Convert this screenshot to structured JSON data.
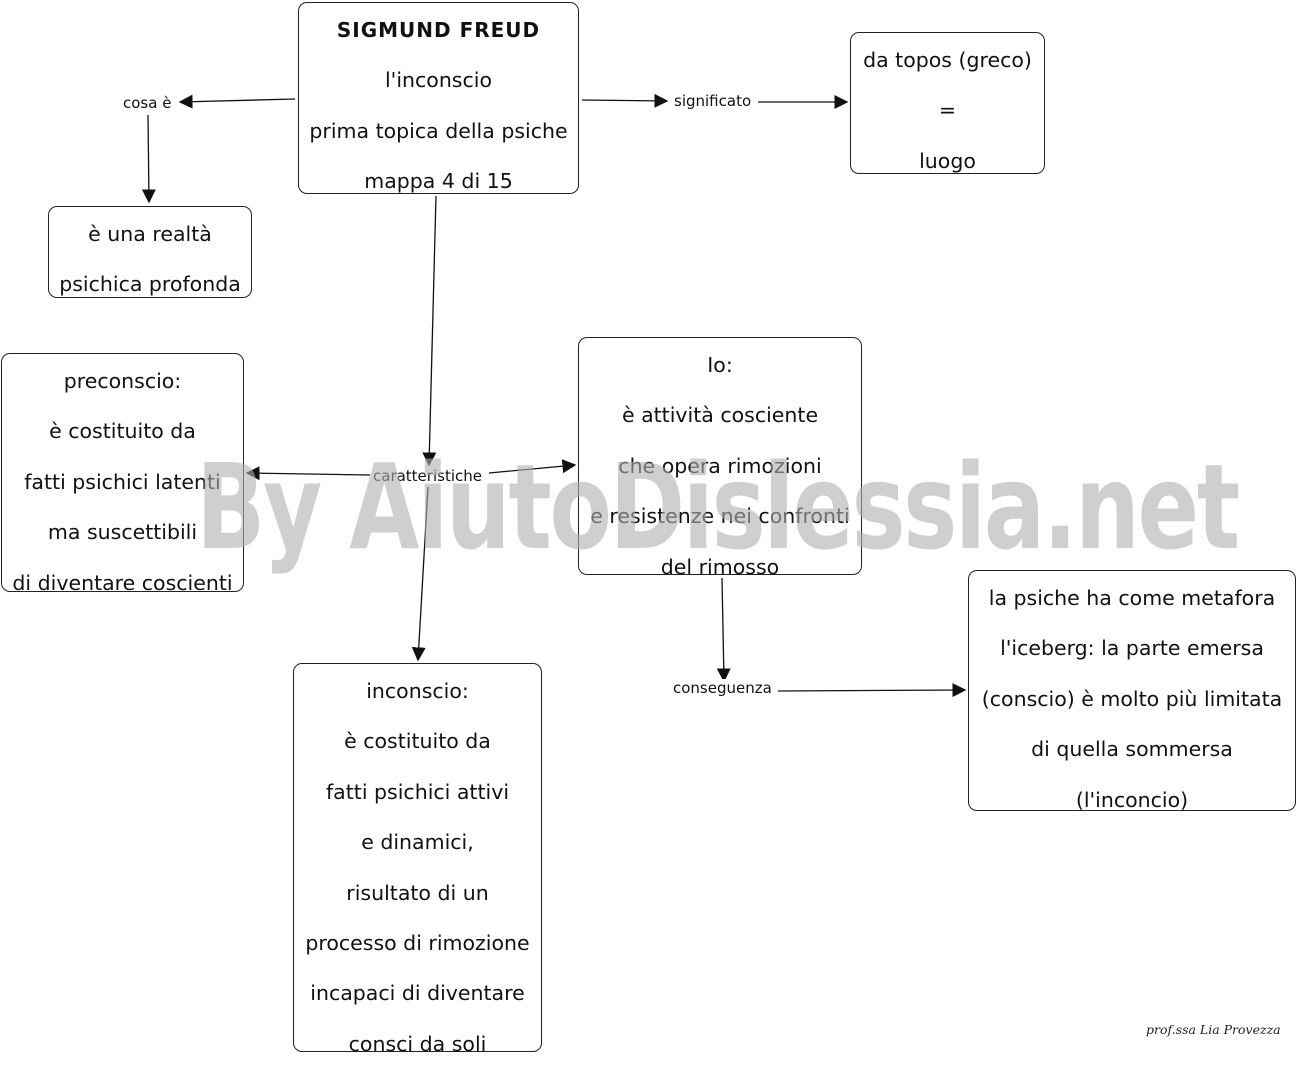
{
  "nodes": {
    "main": {
      "title": "SIGMUND  FREUD",
      "lines": [
        "l'inconscio",
        "prima topica della psiche",
        "mappa 4 di 15"
      ]
    },
    "topos": {
      "lines": [
        "da topos (greco)",
        "=",
        "luogo"
      ]
    },
    "realta": {
      "lines": [
        "è una realtà",
        "psichica profonda"
      ]
    },
    "preconscio": {
      "lines": [
        "preconscio:",
        "è costituito da",
        "fatti psichici latenti",
        "ma suscettibili",
        "di diventare coscienti"
      ]
    },
    "io": {
      "lines": [
        "Io:",
        "è attività cosciente",
        "che opera rimozioni",
        "e resistenze nei confronti",
        "del rimosso"
      ]
    },
    "iceberg": {
      "lines": [
        "la psiche ha come metafora",
        "l'iceberg: la parte emersa",
        "(conscio) è molto più limitata",
        "di quella sommersa",
        "(l'inconcio)"
      ]
    },
    "inconscio": {
      "lines": [
        "inconscio:",
        "è costituito da",
        "fatti psichici attivi",
        "e dinamici,",
        "risultato di un",
        "processo di rimozione",
        "incapaci di diventare",
        "consci da soli"
      ]
    }
  },
  "links": {
    "cosa_e": "cosa è",
    "significato": "significato",
    "caratteristiche": "caratteristiche",
    "conseguenza": "conseguenza"
  },
  "watermark": "By AiutoDislessia.net",
  "signature": "prof.ssa Lia Provezza",
  "colors": {
    "line": "#111111",
    "border": "#222222",
    "watermark": "#afafaf"
  }
}
